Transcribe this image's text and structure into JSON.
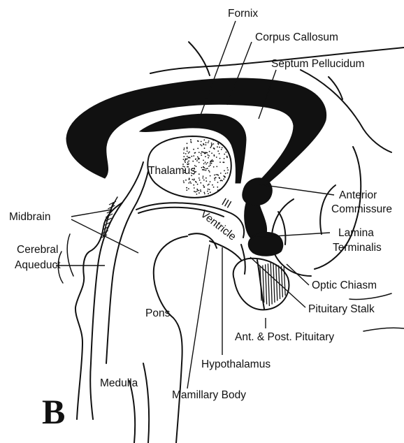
{
  "labels": {
    "fornix": "Fornix",
    "corpus_callosum": "Corpus Callosum",
    "septum_pellucidum": "Septum Pellucidum",
    "thalamus": "Thalamus",
    "ventricle_numeral": "III",
    "ventricle": "Ventricle",
    "anterior": "Anterior",
    "commissure": "Commissure",
    "midbrain": "Midbrain",
    "lamina": "Lamina",
    "terminalis": "Terminalis",
    "cerebral": "Cerebral",
    "aqueduct": "Aqueduct",
    "optic_chiasm": "Optic Chiasm",
    "pons": "Pons",
    "pituitary_stalk": "Pituitary Stalk",
    "ant_post_pituitary": "Ant. & Post. Pituitary",
    "hypothalamus": "Hypothalamus",
    "medulla": "Medulla",
    "mamillary_body": "Mamillary Body",
    "panel_letter": "B"
  }
}
